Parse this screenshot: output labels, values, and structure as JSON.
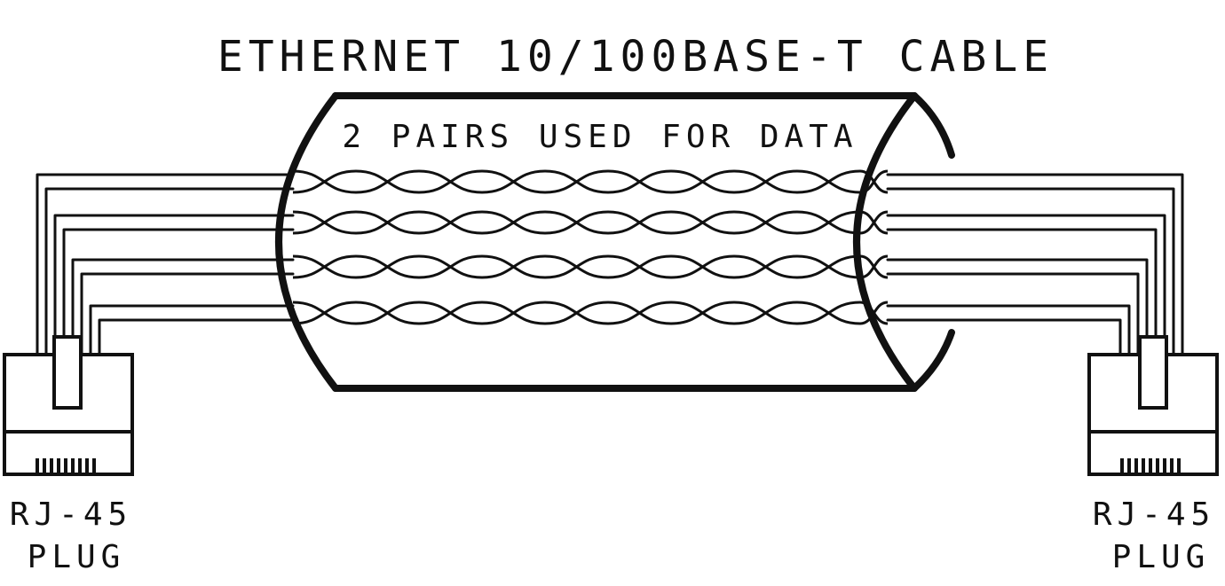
{
  "title": "ETHERNET 10/100BASE-T CABLE",
  "cable_label": "2 PAIRS USED FOR DATA",
  "left_plug": {
    "line1": "RJ-45",
    "line2": "PLUG"
  },
  "right_plug": {
    "line1": "RJ-45",
    "line2": "PLUG"
  },
  "colors": {
    "ink": "#111111",
    "background": "#ffffff"
  }
}
